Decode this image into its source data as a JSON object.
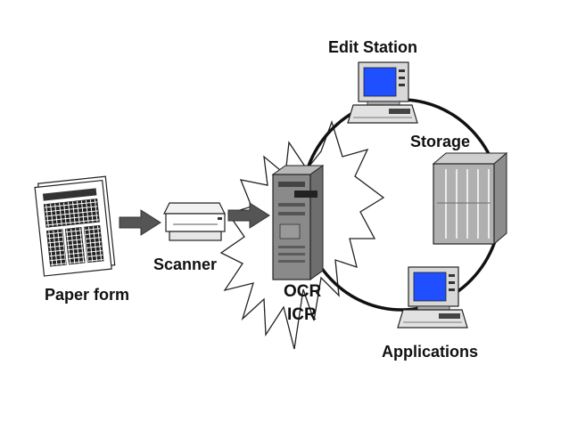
{
  "diagram": {
    "nodes": {
      "paper_form": "Paper form",
      "scanner": "Scanner",
      "ocr": "OCR",
      "icr": "ICR",
      "edit_station": "Edit Station",
      "storage": "Storage",
      "applications": "Applications"
    },
    "colors": {
      "arrow": "#555555",
      "screen": "#1f4fff",
      "ring": "#111111",
      "server": "#8a8a8a",
      "storage_cabinet": "#b0b0b0"
    },
    "icons": {
      "paper_form": "paper-form-icon",
      "scanner": "scanner-icon",
      "server": "server-tower-icon",
      "edit_station": "computer-icon",
      "storage": "storage-cabinet-icon",
      "applications": "computer-icon"
    }
  }
}
